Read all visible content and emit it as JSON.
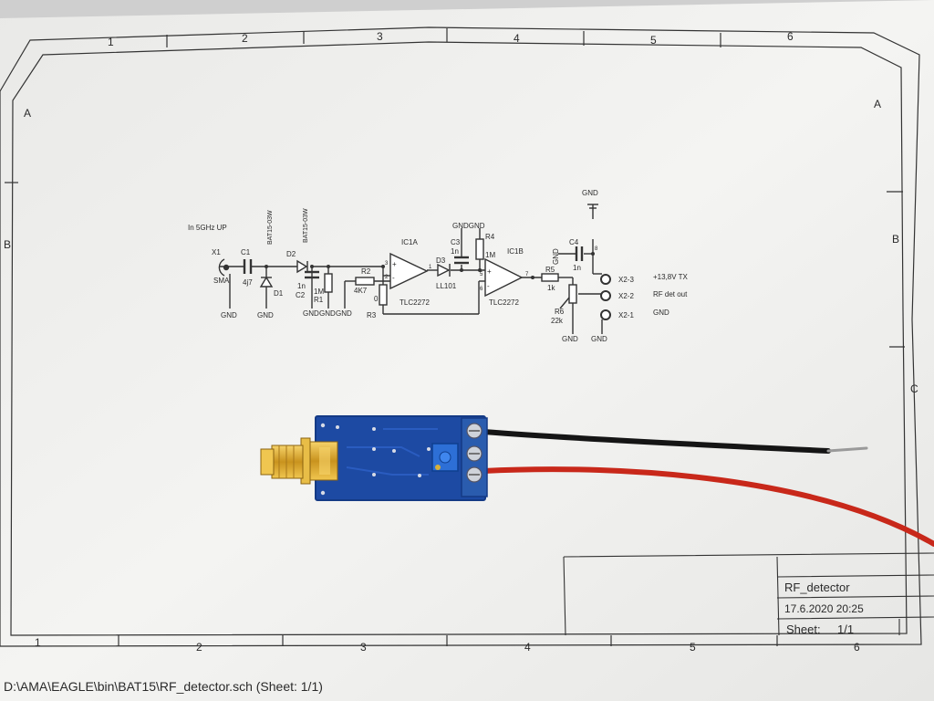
{
  "frame": {
    "columns_top": [
      "1",
      "2",
      "3",
      "4",
      "5",
      "6"
    ],
    "columns_bottom": [
      "1",
      "2",
      "3",
      "4",
      "5",
      "6"
    ],
    "rows_left": [
      "A",
      "B"
    ],
    "rows_right": [
      "A",
      "B",
      "C"
    ]
  },
  "schematic": {
    "input_note": "In 5GHz UP",
    "x1": "X1",
    "x1_type": "SMA",
    "c1": "C1",
    "c1_value": "4j7",
    "d1": "D1",
    "d1_part": "BAT15-03W",
    "d2": "D2",
    "d2_part": "BAT15-03W",
    "c2": "C2",
    "c2_value": "1n",
    "r1": "R1",
    "r1_value": "1M",
    "r2": "R2",
    "r2_value": "4K7",
    "r3": "R3",
    "r3_value": "0",
    "ic1a": "IC1A",
    "ic1a_part": "TLC2272",
    "d3": "D3",
    "d3_part": "LL101",
    "c3": "C3",
    "c3_value": "1n",
    "r4": "R4",
    "r4_value": "1M",
    "ic1b": "IC1B",
    "ic1b_part": "TLC2272",
    "r5": "R5",
    "r5_value": "1k",
    "r6": "R6",
    "r6_value": "22k",
    "c4": "C4",
    "c4_value": "1n",
    "gnd": "GND",
    "gndgnd": "GNDGND",
    "x2_3": "X2-3",
    "x2_2": "X2-2",
    "x2_1": "X2-1",
    "x2_3_label": "+13,8V TX",
    "x2_2_label": "RF det out",
    "x2_1_label": "GND",
    "pin_plus": "+",
    "pin_minus": "-",
    "pin_1": "1",
    "pin_2": "2",
    "pin_3": "3",
    "pin_5": "5",
    "pin_6": "6",
    "pin_7": "7",
    "pin_8": "8"
  },
  "title_block": {
    "name": "RF_detector",
    "date": "17.6.2020 20:25",
    "sheet_label": "Sheet:",
    "sheet_value": "1/1"
  },
  "footer_path": "D:\\AMA\\EAGLE\\bin\\BAT15\\RF_detector.sch (Sheet: 1/1)"
}
